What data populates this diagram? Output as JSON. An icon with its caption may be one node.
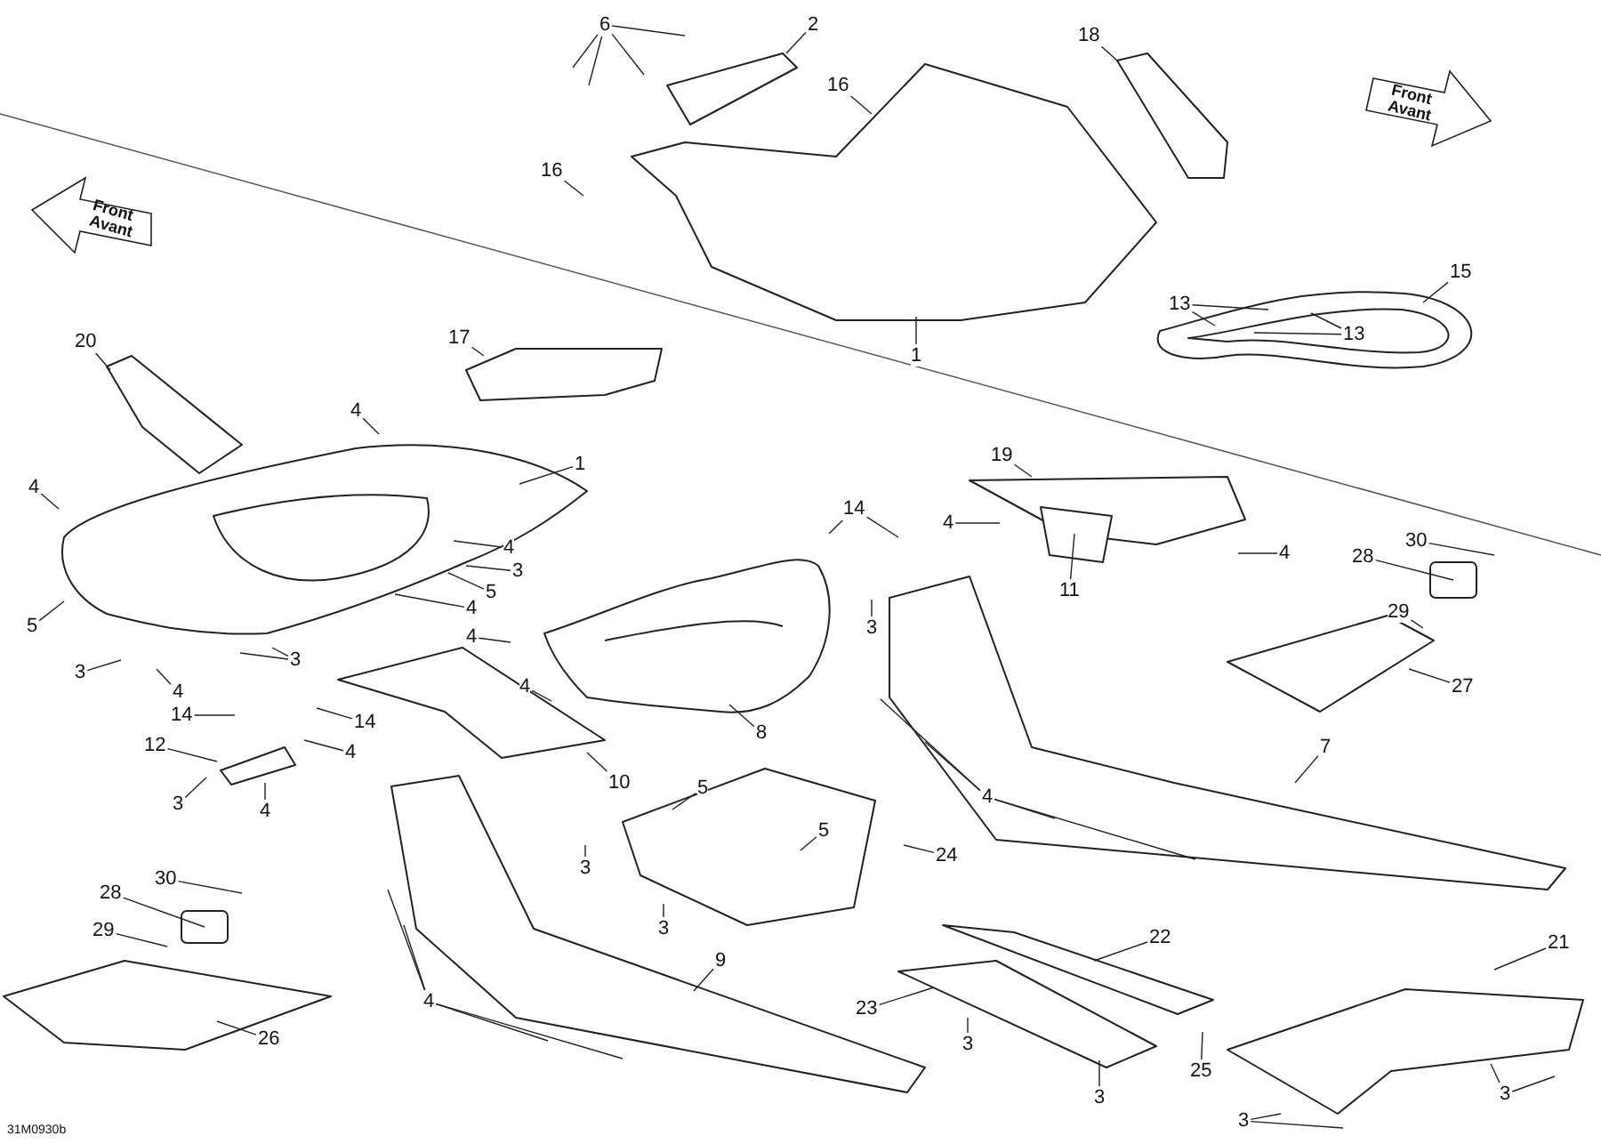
{
  "diagram": {
    "nodes": [
      {
        "text": [
          "6"
        ]
      },
      {
        "text": [
          "2"
        ]
      },
      {
        "text": [
          "18"
        ]
      },
      {
        "text": [
          "16"
        ]
      },
      {
        "text": [
          "16"
        ]
      },
      {
        "text": [
          "1"
        ]
      },
      {
        "text": [
          "13"
        ]
      },
      {
        "text": [
          "13"
        ]
      },
      {
        "text": [
          "15"
        ]
      },
      {
        "text": [
          "20"
        ]
      },
      {
        "text": [
          "17"
        ]
      },
      {
        "text": [
          "4"
        ]
      },
      {
        "text": [
          "1"
        ]
      },
      {
        "text": [
          "4"
        ]
      },
      {
        "text": [
          "4"
        ]
      },
      {
        "text": [
          "14"
        ]
      },
      {
        "text": [
          "4"
        ]
      },
      {
        "text": [
          "19"
        ]
      },
      {
        "text": [
          "11"
        ]
      },
      {
        "text": [
          "4"
        ]
      },
      {
        "text": [
          "28"
        ]
      },
      {
        "text": [
          "30"
        ]
      },
      {
        "text": [
          "29"
        ]
      },
      {
        "text": [
          "27"
        ]
      },
      {
        "text": [
          "3"
        ]
      },
      {
        "text": [
          "5"
        ]
      },
      {
        "text": [
          "4"
        ]
      },
      {
        "text": [
          "5"
        ]
      },
      {
        "text": [
          "3"
        ]
      },
      {
        "text": [
          "4"
        ]
      },
      {
        "text": [
          "3"
        ]
      },
      {
        "text": [
          "4"
        ]
      },
      {
        "text": [
          "4"
        ]
      },
      {
        "text": [
          "14"
        ]
      },
      {
        "text": [
          "14"
        ]
      },
      {
        "text": [
          "12"
        ]
      },
      {
        "text": [
          "4"
        ]
      },
      {
        "text": [
          "3"
        ]
      },
      {
        "text": [
          "4"
        ]
      },
      {
        "text": [
          "10"
        ]
      },
      {
        "text": [
          "8"
        ]
      },
      {
        "text": [
          "3"
        ]
      },
      {
        "text": [
          "7"
        ]
      },
      {
        "text": [
          "4"
        ]
      },
      {
        "text": [
          "5"
        ]
      },
      {
        "text": [
          "3"
        ]
      },
      {
        "text": [
          "5"
        ]
      },
      {
        "text": [
          "3"
        ]
      },
      {
        "text": [
          "24"
        ]
      },
      {
        "text": [
          "9"
        ]
      },
      {
        "text": [
          "4"
        ]
      },
      {
        "text": [
          "30"
        ]
      },
      {
        "text": [
          "28"
        ]
      },
      {
        "text": [
          "29"
        ]
      },
      {
        "text": [
          "26"
        ]
      },
      {
        "text": [
          "22"
        ]
      },
      {
        "text": [
          "21"
        ]
      },
      {
        "text": [
          "23"
        ]
      },
      {
        "text": [
          "3"
        ]
      },
      {
        "text": [
          "25"
        ]
      },
      {
        "text": [
          "3"
        ]
      },
      {
        "text": [
          "3"
        ]
      },
      {
        "text": [
          "3"
        ]
      }
    ],
    "edges": [
      {
        "from": 0,
        "to": null,
        "arrow": "none"
      },
      {
        "from": 0,
        "to": null,
        "arrow": "none"
      },
      {
        "from": 0,
        "to": null,
        "arrow": "none"
      },
      {
        "from": 0,
        "to": null,
        "arrow": "none"
      },
      {
        "from": 1,
        "to": null,
        "arrow": "none"
      },
      {
        "from": 2,
        "to": null,
        "arrow": "none"
      },
      {
        "from": 3,
        "to": null,
        "arrow": "none"
      },
      {
        "from": 4,
        "to": null,
        "arrow": "none"
      },
      {
        "from": 5,
        "to": null,
        "arrow": "none"
      },
      {
        "from": 6,
        "to": null,
        "arrow": "none"
      },
      {
        "from": 6,
        "to": null,
        "arrow": "none"
      },
      {
        "from": 7,
        "to": null,
        "arrow": "none"
      },
      {
        "from": 7,
        "to": null,
        "arrow": "none"
      },
      {
        "from": 8,
        "to": null,
        "arrow": "none"
      },
      {
        "from": 9,
        "to": null,
        "arrow": "none"
      },
      {
        "from": 10,
        "to": null,
        "arrow": "none"
      },
      {
        "from": 11,
        "to": null,
        "arrow": "none"
      },
      {
        "from": 12,
        "to": null,
        "arrow": "none"
      },
      {
        "from": 13,
        "to": null,
        "arrow": "none"
      },
      {
        "from": 14,
        "to": null,
        "arrow": "none"
      },
      {
        "from": 15,
        "to": null,
        "arrow": "none"
      },
      {
        "from": 15,
        "to": null,
        "arrow": "none"
      },
      {
        "from": 16,
        "to": null,
        "arrow": "none"
      },
      {
        "from": 17,
        "to": null,
        "arrow": "none"
      },
      {
        "from": 18,
        "to": null,
        "arrow": "none"
      },
      {
        "from": 19,
        "to": null,
        "arrow": "none"
      },
      {
        "from": 20,
        "to": null,
        "arrow": "none"
      },
      {
        "from": 21,
        "to": null,
        "arrow": "none"
      },
      {
        "from": 22,
        "to": null,
        "arrow": "none"
      },
      {
        "from": 23,
        "to": null,
        "arrow": "none"
      },
      {
        "from": 24,
        "to": null,
        "arrow": "none"
      },
      {
        "from": 25,
        "to": null,
        "arrow": "none"
      },
      {
        "from": 26,
        "to": null,
        "arrow": "none"
      },
      {
        "from": 27,
        "to": null,
        "arrow": "none"
      },
      {
        "from": 28,
        "to": null,
        "arrow": "none"
      },
      {
        "from": 29,
        "to": null,
        "arrow": "none"
      },
      {
        "from": 30,
        "to": null,
        "arrow": "none"
      },
      {
        "from": 30,
        "to": null,
        "arrow": "none"
      },
      {
        "from": 31,
        "to": null,
        "arrow": "none"
      },
      {
        "from": 32,
        "to": null,
        "arrow": "none"
      },
      {
        "from": 33,
        "to": null,
        "arrow": "none"
      },
      {
        "from": 34,
        "to": null,
        "arrow": "none"
      },
      {
        "from": 35,
        "to": null,
        "arrow": "none"
      },
      {
        "from": 36,
        "to": null,
        "arrow": "none"
      },
      {
        "from": 37,
        "to": null,
        "arrow": "none"
      },
      {
        "from": 38,
        "to": null,
        "arrow": "none"
      },
      {
        "from": 39,
        "to": null,
        "arrow": "none"
      },
      {
        "from": 40,
        "to": null,
        "arrow": "none"
      },
      {
        "from": 41,
        "to": null,
        "arrow": "none"
      },
      {
        "from": 42,
        "to": null,
        "arrow": "none"
      },
      {
        "from": 43,
        "to": null,
        "arrow": "none"
      },
      {
        "from": 43,
        "to": null,
        "arrow": "none"
      },
      {
        "from": 43,
        "to": null,
        "arrow": "none"
      },
      {
        "from": 43,
        "to": null,
        "arrow": "none"
      },
      {
        "from": 44,
        "to": null,
        "arrow": "none"
      },
      {
        "from": 45,
        "to": null,
        "arrow": "none"
      },
      {
        "from": 46,
        "to": null,
        "arrow": "none"
      },
      {
        "from": 47,
        "to": null,
        "arrow": "none"
      },
      {
        "from": 48,
        "to": null,
        "arrow": "none"
      },
      {
        "from": 49,
        "to": null,
        "arrow": "none"
      },
      {
        "from": 50,
        "to": null,
        "arrow": "none"
      },
      {
        "from": 50,
        "to": null,
        "arrow": "none"
      },
      {
        "from": 50,
        "to": null,
        "arrow": "none"
      },
      {
        "from": 50,
        "to": null,
        "arrow": "none"
      },
      {
        "from": 51,
        "to": null,
        "arrow": "none"
      },
      {
        "from": 52,
        "to": null,
        "arrow": "none"
      },
      {
        "from": 53,
        "to": null,
        "arrow": "none"
      },
      {
        "from": 54,
        "to": null,
        "arrow": "none"
      },
      {
        "from": 55,
        "to": null,
        "arrow": "none"
      },
      {
        "from": 56,
        "to": null,
        "arrow": "none"
      },
      {
        "from": 57,
        "to": null,
        "arrow": "none"
      },
      {
        "from": 58,
        "to": null,
        "arrow": "none"
      },
      {
        "from": 59,
        "to": null,
        "arrow": "none"
      },
      {
        "from": 60,
        "to": null,
        "arrow": "none"
      },
      {
        "from": 61,
        "to": null,
        "arrow": "none"
      },
      {
        "from": 61,
        "to": null,
        "arrow": "none"
      },
      {
        "from": 62,
        "to": null,
        "arrow": "none"
      },
      {
        "from": 62,
        "to": null,
        "arrow": "none"
      }
    ],
    "labels": [
      "Front",
      "Avant",
      "Front",
      "Avant",
      "31M0930b"
    ]
  }
}
